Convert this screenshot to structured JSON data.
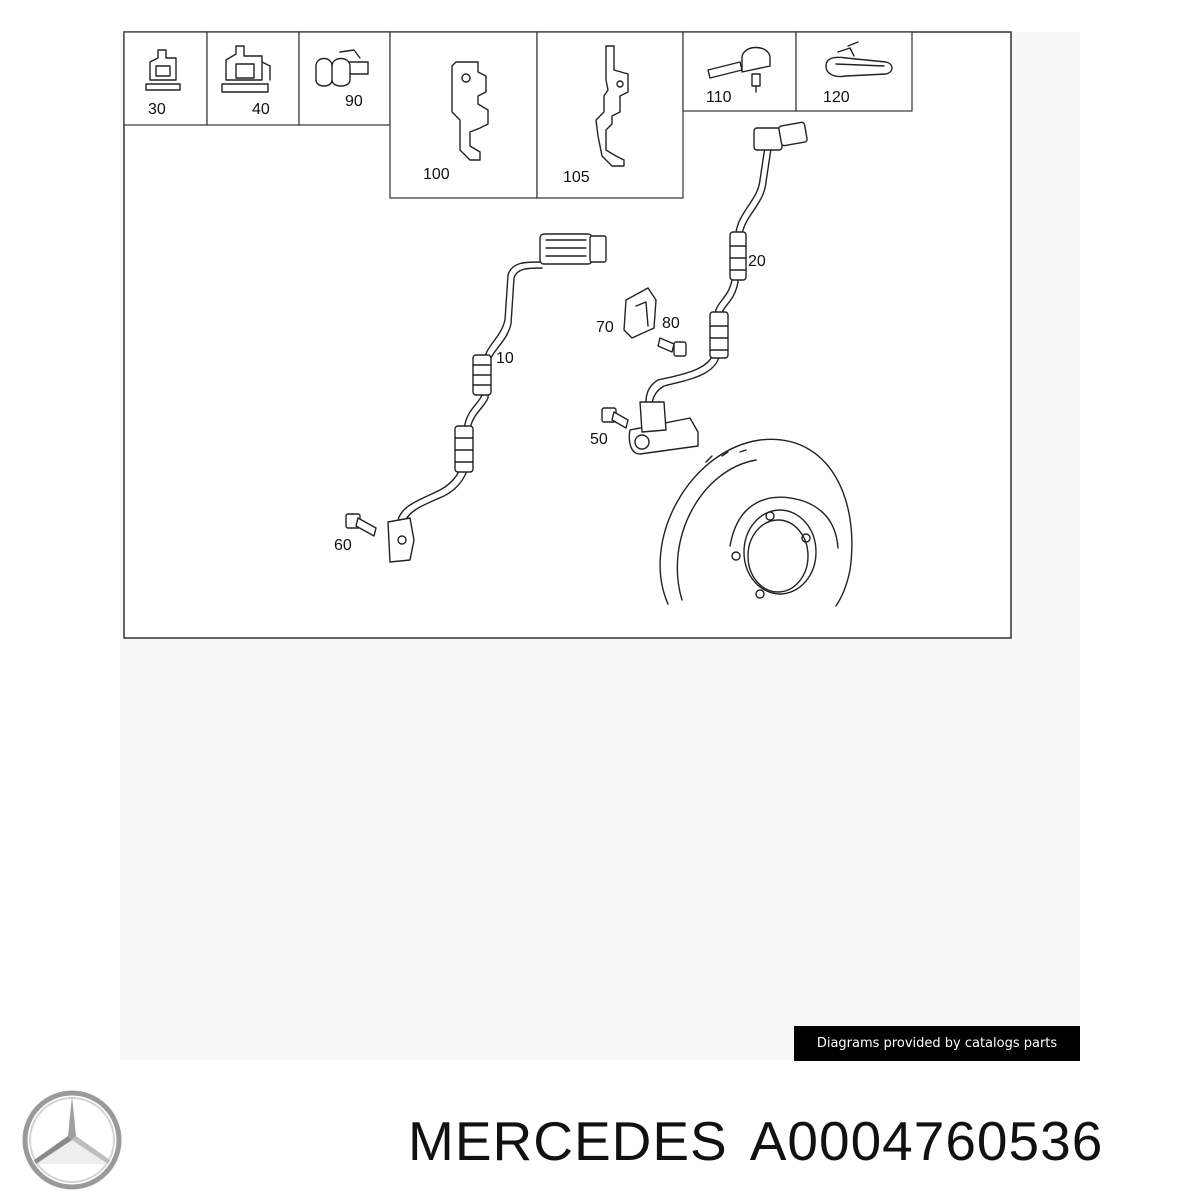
{
  "diagram": {
    "callouts": {
      "p30": "30",
      "p40": "40",
      "p90": "90",
      "p100": "100",
      "p105": "105",
      "p110": "110",
      "p120": "120",
      "p10": "10",
      "p20": "20",
      "p50": "50",
      "p60": "60",
      "p70": "70",
      "p80": "80"
    }
  },
  "credit": "Diagrams provided by catalogs parts",
  "brand": "MERCEDES",
  "part_number": "A0004760536",
  "colors": {
    "credit_bg": "#000000",
    "line": "#222222",
    "panel_bg": "#f8f8f8"
  },
  "icons": [
    "mercedes-star-logo"
  ]
}
